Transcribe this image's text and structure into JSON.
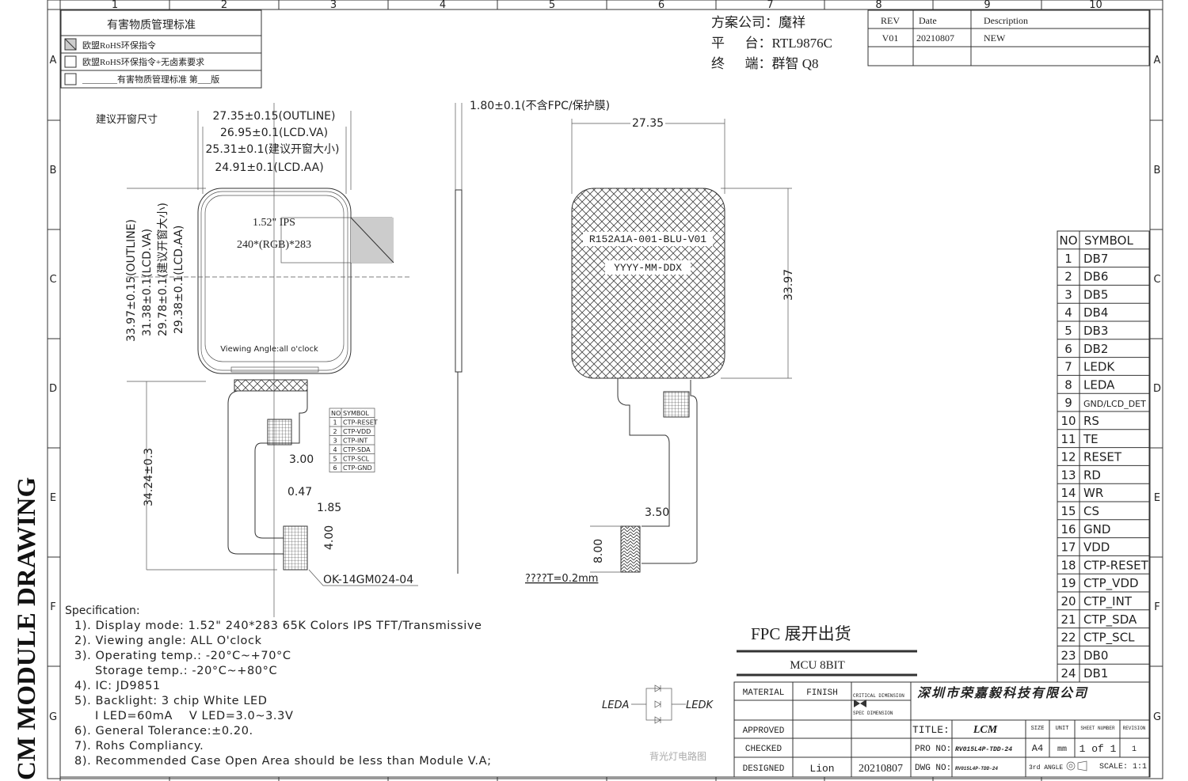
{
  "frame": {
    "columns": [
      "1",
      "2",
      "3",
      "4",
      "5",
      "6",
      "7",
      "8",
      "9",
      "10"
    ],
    "rows": [
      "A",
      "B",
      "C",
      "D",
      "E",
      "F",
      "G"
    ],
    "side_title": "CM MODULE DRAWING"
  },
  "rohs": {
    "title": "有害物质管理标准",
    "items": [
      "欧盟RoHS环保指令",
      "欧盟RoHS环保指令+无卤素要求",
      "________有害物质管理标准  第___版"
    ],
    "checked": [
      true,
      false,
      false
    ]
  },
  "project": {
    "company": "方案公司：魔祥",
    "platform": "平      台：RTL9876C",
    "terminal": "终      端：群智 Q8"
  },
  "revision": {
    "headers": [
      "REV",
      "Date",
      "Description"
    ],
    "rows": [
      [
        "V01",
        "20210807",
        "NEW"
      ],
      [
        "",
        "",
        ""
      ]
    ]
  },
  "front_view": {
    "label": "建议开窗尺寸",
    "dim_outline_w": "27.35±0.15(OUTLINE)",
    "dim_va_w": "26.95±0.1(LCD.VA)",
    "dim_window_w": "25.31±0.1(建议开窗大小)",
    "dim_aa_w": "24.91±0.1(LCD.AA)",
    "dim_outline_h": "33.97±0.15(OUTLINE)",
    "dim_va_h": "31.38±0.1(LCD.VA)",
    "dim_window_h": "29.78±0.1(建议开窗大小)",
    "dim_aa_h": "29.38±0.1(LCD.AA)",
    "size_text": "1.52\" IPS",
    "resolution_text": "240*(RGB)*283",
    "viewing_text": "Viewing Angle:all o'clock",
    "dim_fpc_len": "34.24±0.3",
    "dim_3": "3.00",
    "dim_047": "0.47",
    "dim_185": "1.85",
    "dim_400": "4.00",
    "connector": "OK-14GM024-04",
    "ctp_table": {
      "headers": [
        "NO",
        "SYMBOL"
      ],
      "rows": [
        [
          "1",
          "CTP-RESET"
        ],
        [
          "2",
          "CTP-VDD"
        ],
        [
          "3",
          "CTP-INT"
        ],
        [
          "4",
          "CTP-SDA"
        ],
        [
          "5",
          "CTP-SCL"
        ],
        [
          "6",
          "CTP-GND"
        ]
      ]
    }
  },
  "side_view": {
    "thickness": "1.80±0.1(不含FPC/保护膜)"
  },
  "back_view": {
    "width": "27.35",
    "height": "33.97",
    "part_no": "R152A1A-001-BLU-V01",
    "date_code": "YYYY-MM-DDX",
    "dim_350": "3.50",
    "dim_800": "8.00",
    "stiffener": "????T=0.2mm"
  },
  "pins": {
    "headers": [
      "NO",
      "SYMBOL"
    ],
    "rows": [
      [
        "1",
        "DB7"
      ],
      [
        "2",
        "DB6"
      ],
      [
        "3",
        "DB5"
      ],
      [
        "4",
        "DB4"
      ],
      [
        "5",
        "DB3"
      ],
      [
        "6",
        "DB2"
      ],
      [
        "7",
        "LEDK"
      ],
      [
        "8",
        "LEDA"
      ],
      [
        "9",
        "GND/LCD_DET"
      ],
      [
        "10",
        "RS"
      ],
      [
        "11",
        "TE"
      ],
      [
        "12",
        "RESET"
      ],
      [
        "13",
        "RD"
      ],
      [
        "14",
        "WR"
      ],
      [
        "15",
        "CS"
      ],
      [
        "16",
        "GND"
      ],
      [
        "17",
        "VDD"
      ],
      [
        "18",
        "CTP-RESET"
      ],
      [
        "19",
        "CTP_VDD"
      ],
      [
        "20",
        "CTP_INT"
      ],
      [
        "21",
        "CTP_SDA"
      ],
      [
        "22",
        "CTP_SCL"
      ],
      [
        "23",
        "DB0"
      ],
      [
        "24",
        "DB1"
      ]
    ]
  },
  "spec": {
    "title": "Specification:",
    "lines": [
      "1). Display mode: 1.52\" 240*283 65K Colors IPS TFT/Transmissive",
      "2). Viewing angle: ALL O'clock",
      "3). Operating temp.: -20°C~+70°C",
      "     Storage temp.: -20°C~+80°C",
      "4). IC: JD9851",
      "5). Backlight: 3 chip White LED",
      "     I LED=60mA    V LED=3.0~3.3V",
      "6). General Tolerance:±0.20.",
      "7). Rohs Compliancy.",
      "8). Recommended Case Open Area should be less than Module V.A;"
    ]
  },
  "backlight": {
    "anode": "LEDA",
    "cathode": "LEDK",
    "caption": "背光灯电路图"
  },
  "notes": {
    "fpc": "FPC 展开出货",
    "interface": "MCU 8BIT"
  },
  "title_block": {
    "material": "MATERIAL",
    "finish": "FINISH",
    "critical": "CRITICAL DIMENSION",
    "spec_dim": "SPEC DIMENSION",
    "company": "深圳市荣嘉毅科技有限公司",
    "approved": "APPROVED",
    "checked": "CHECKED",
    "designed": "DESIGNED",
    "designer": "Lion",
    "design_date": "20210807",
    "title_label": "TITLE:",
    "title_value": "LCM",
    "pro_label": "PRO NO:",
    "pro_value": "RV015L4P-TDD-24",
    "dwg_label": "DWG NO:",
    "dwg_value": "RV015L4P-TDD-24",
    "size_label": "SIZE",
    "size_value": "A4",
    "unit_label": "UNIT",
    "unit_value": "mm",
    "sheet_label": "SHEET NUMBER",
    "sheet_value": "1 of 1",
    "rev_label": "REVISION",
    "rev_value": "1",
    "angle": "3rd ANGLE",
    "scale": "SCALE: 1:1"
  }
}
